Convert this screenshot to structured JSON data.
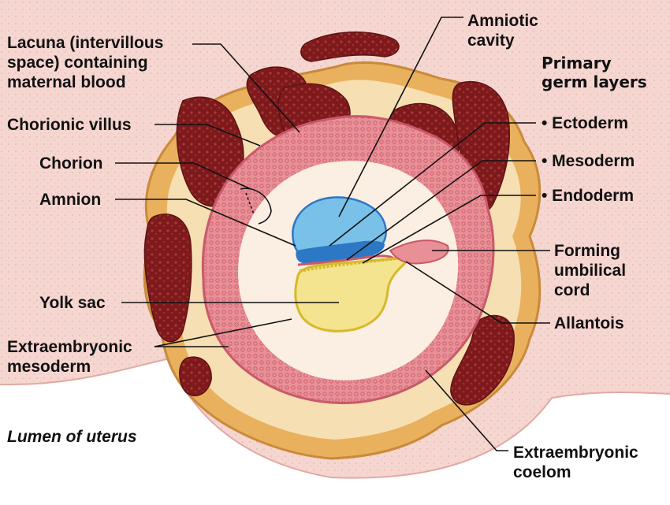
{
  "labels": {
    "lacuna": "Lacuna (intervillous\nspace) containing\nmaternal blood",
    "chorionic_villus": "Chorionic villus",
    "chorion": "Chorion",
    "amnion": "Amnion",
    "yolk_sac": "Yolk sac",
    "extraembryonic_mesoderm": "Extraembryonic\nmesoderm",
    "lumen_of_uterus": "Lumen of uterus",
    "amniotic_cavity": "Amniotic\ncavity",
    "primary_germ_layers": "Primary\ngerm layers",
    "ectoderm": "• Ectoderm",
    "mesoderm": "• Mesoderm",
    "endoderm": "• Endoderm",
    "forming_umbilical_cord": "Forming\numbilical\ncord",
    "allantois": "Allantois",
    "extraembryonic_coelom": "Extraembryonic\ncoelom"
  },
  "colors": {
    "uterine_tissue": "#f5d6d0",
    "chorion_gold": "#e9b15e",
    "chorion_pale": "#f6dfb3",
    "maternal_blood": "#7e1a1c",
    "mesoderm_pink": "#e89096",
    "coelom_cream": "#fbeee2",
    "amniotic_blue": "#79c1e8",
    "ectoderm_blue": "#2c78c4",
    "yolk_yellow": "#f4e48f",
    "endoderm_yellow": "#d4ba2a",
    "leader_line": "#111111"
  }
}
